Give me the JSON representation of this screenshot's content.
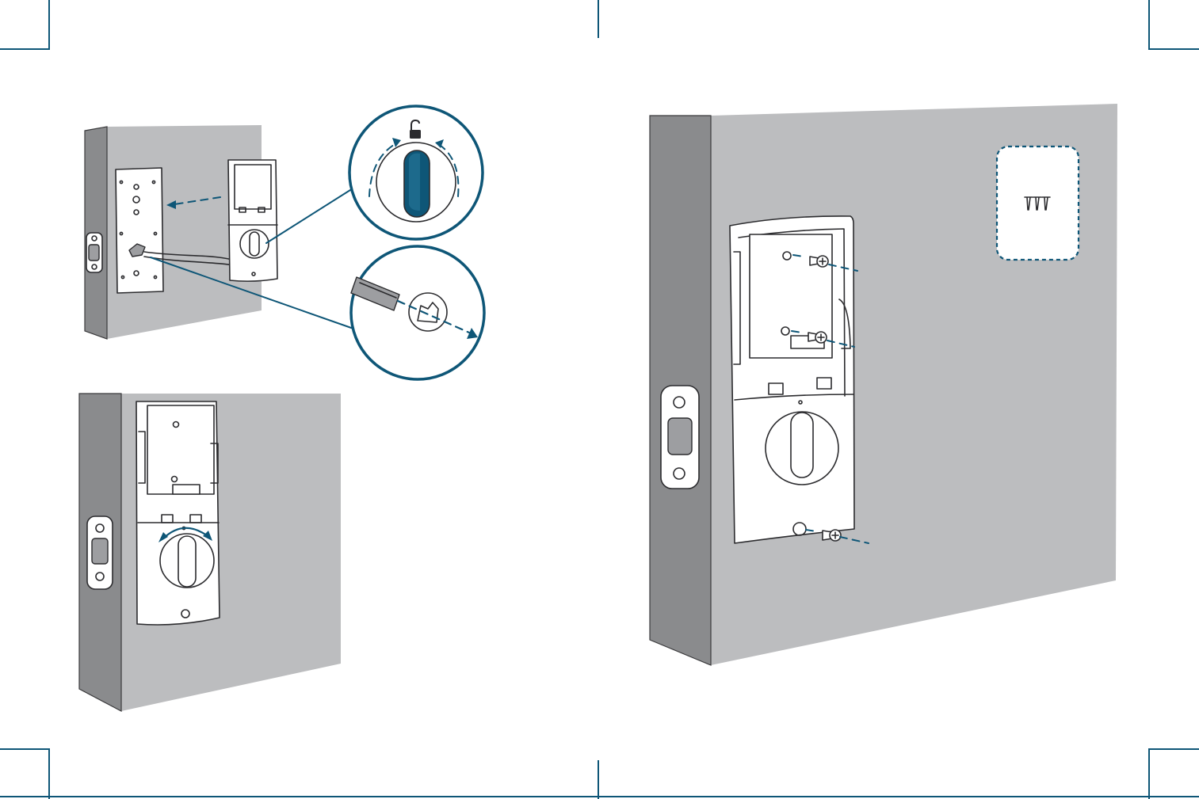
{
  "colors": {
    "accent": "#0e5677",
    "wall": "#bcbdbf",
    "wall_side": "#8a8b8d",
    "ink": "#2b2b2e",
    "lock_body": "#ffffff"
  },
  "icons": {
    "unlock": "padlock-unlocked-icon",
    "screws": "screw-icon",
    "cable": "ribbon-cable-icon",
    "rotate": "rotate-arrow-icon"
  },
  "panels": [
    {
      "id": "step-remove-plate",
      "icons": [
        "ribbon-cable-icon",
        "padlock-unlocked-icon",
        "rotate-arrow-icon"
      ]
    },
    {
      "id": "step-turn-thumbturn",
      "icons": [
        "rotate-arrow-icon"
      ]
    },
    {
      "id": "step-attach-screws",
      "icons": [
        "screw-icon"
      ]
    }
  ],
  "screw_kit": {
    "count": 3
  }
}
